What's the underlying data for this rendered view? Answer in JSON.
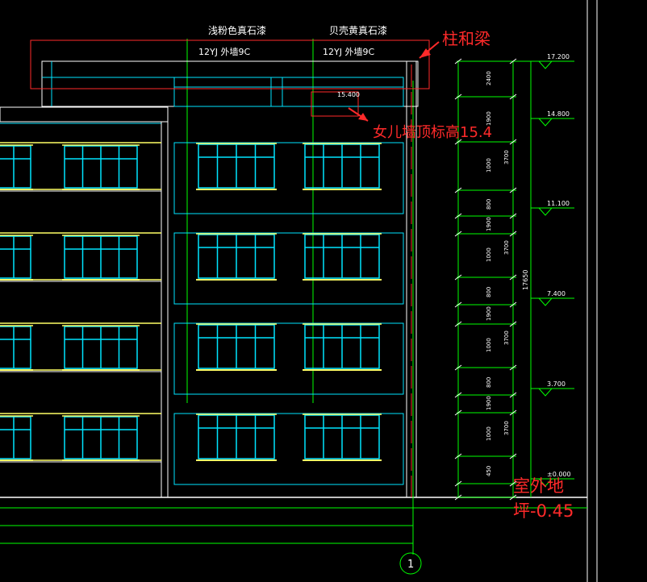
{
  "labels": {
    "finish_light_pink": "浅粉色真石漆",
    "finish_shell_yellow": "贝壳黄真石漆",
    "wall_code_left": "12YJ  外墙9C",
    "wall_code_right": "12YJ  外墙9C",
    "parapet_mark": "15.400",
    "axis_number": "1"
  },
  "annotations": {
    "columns_beams": "柱和梁",
    "parapet_top": "女儿墙顶标高15.4",
    "outdoor_ground_line1": "室外地",
    "outdoor_ground_line2": "坪-0.45"
  },
  "elevations": [
    "17.200",
    "14.800",
    "11.100",
    "7.400",
    "3.700",
    "±0.000"
  ],
  "dimensions": {
    "segments": [
      "2400",
      "1900",
      "1000",
      "800",
      "1900",
      "1000",
      "800",
      "1900",
      "1000",
      "800",
      "1900",
      "1000",
      "450"
    ],
    "floors": [
      "3700",
      "3700",
      "3700",
      "3700"
    ],
    "total": "17650"
  },
  "colors": {
    "background": "#000000",
    "wall_line": "#ffffff",
    "glazing": "#00e5ff",
    "guide_line": "#00ff00",
    "sill": "#ffff66",
    "annotation": "#ff2a2a"
  }
}
